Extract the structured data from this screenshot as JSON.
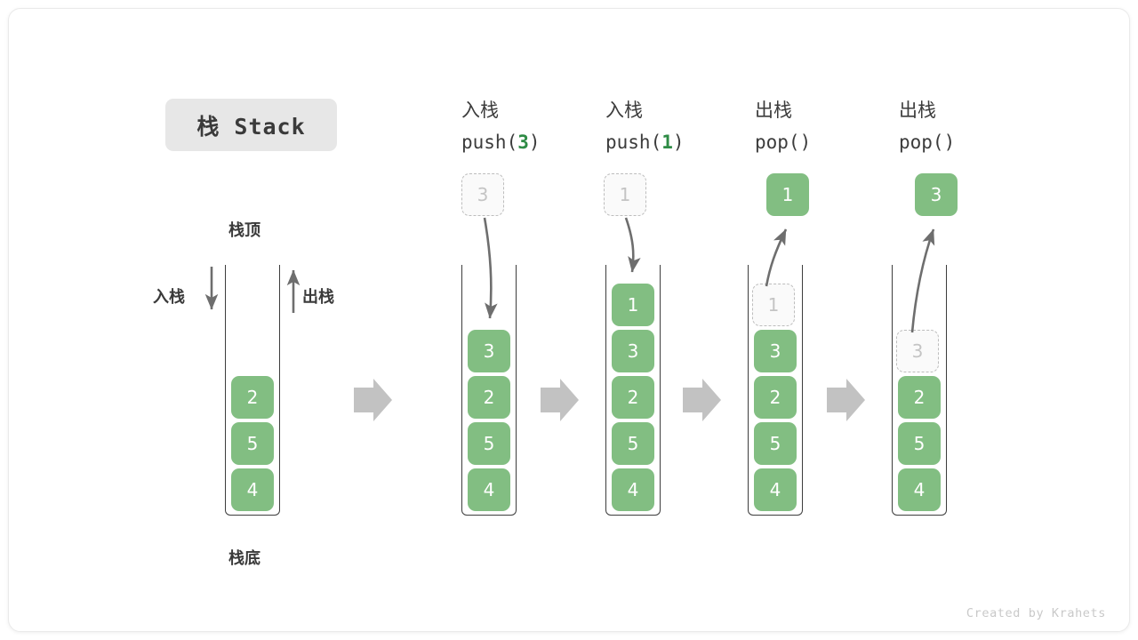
{
  "figure": {
    "title": "栈 Stack",
    "credit": "Created by Krahets",
    "accent_green": "#82be82",
    "accent_green_text": "#2e8b45",
    "arrow_gray": "#6e6e6e",
    "block_arrow_gray": "#c2c2c2",
    "ghost_border": "#bdbdbd",
    "text_dark": "#3a3a3a"
  },
  "legend": {
    "top_label": "栈顶",
    "bottom_label": "栈底",
    "push_label": "入栈",
    "pop_label": "出栈"
  },
  "columns": [
    {
      "id": "initial",
      "op_cn": "",
      "op_code": "",
      "op_arg": "",
      "detached": null,
      "cells": [
        {
          "value": "2",
          "state": "filled"
        },
        {
          "value": "5",
          "state": "filled"
        },
        {
          "value": "4",
          "state": "filled"
        }
      ]
    },
    {
      "id": "push-3",
      "op_cn": "入栈",
      "op_code_prefix": "push(",
      "op_arg": "3",
      "op_code_suffix": ")",
      "detached": {
        "value": "3",
        "state": "ghost",
        "direction": "in"
      },
      "cells": [
        {
          "value": "3",
          "state": "filled"
        },
        {
          "value": "2",
          "state": "filled"
        },
        {
          "value": "5",
          "state": "filled"
        },
        {
          "value": "4",
          "state": "filled"
        }
      ]
    },
    {
      "id": "push-1",
      "op_cn": "入栈",
      "op_code_prefix": "push(",
      "op_arg": "1",
      "op_code_suffix": ")",
      "detached": {
        "value": "1",
        "state": "ghost",
        "direction": "in"
      },
      "cells": [
        {
          "value": "1",
          "state": "filled"
        },
        {
          "value": "3",
          "state": "filled"
        },
        {
          "value": "2",
          "state": "filled"
        },
        {
          "value": "5",
          "state": "filled"
        },
        {
          "value": "4",
          "state": "filled"
        }
      ]
    },
    {
      "id": "pop-1",
      "op_cn": "出栈",
      "op_code_prefix": "pop(",
      "op_arg": "",
      "op_code_suffix": ")",
      "detached": {
        "value": "1",
        "state": "filled",
        "direction": "out"
      },
      "cells": [
        {
          "value": "1",
          "state": "ghost"
        },
        {
          "value": "3",
          "state": "filled"
        },
        {
          "value": "2",
          "state": "filled"
        },
        {
          "value": "5",
          "state": "filled"
        },
        {
          "value": "4",
          "state": "filled"
        }
      ]
    },
    {
      "id": "pop-3",
      "op_cn": "出栈",
      "op_code_prefix": "pop(",
      "op_arg": "",
      "op_code_suffix": ")",
      "detached": {
        "value": "3",
        "state": "filled",
        "direction": "out"
      },
      "cells": [
        {
          "value": "3",
          "state": "ghost"
        },
        {
          "value": "2",
          "state": "filled"
        },
        {
          "value": "5",
          "state": "filled"
        },
        {
          "value": "4",
          "state": "filled"
        }
      ]
    }
  ]
}
